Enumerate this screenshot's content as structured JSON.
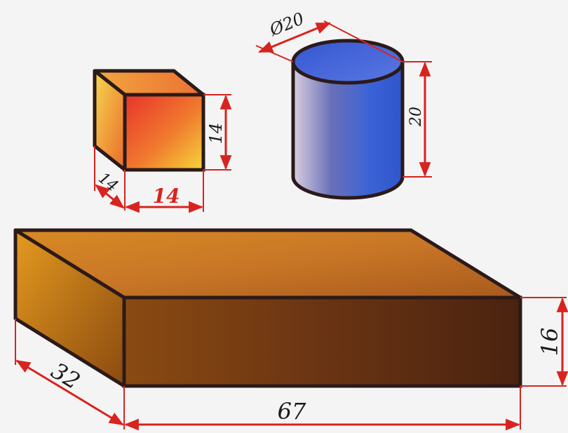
{
  "cube": {
    "height_label": "14",
    "depth_label": "14",
    "width_label": "14"
  },
  "cylinder": {
    "diameter_label": "Ø20",
    "height_label": "20"
  },
  "box": {
    "depth_label": "32",
    "length_label": "67",
    "height_label": "16"
  },
  "colors": {
    "dimension_line": "#d8231f",
    "outline": "#2b1a1a",
    "cube_front_light": "#f2c230",
    "cube_front_dark": "#ec4a2a",
    "cylinder_blue": "#3f64d8",
    "box_front": "#5c2e12",
    "box_top": "#c27b22"
  }
}
